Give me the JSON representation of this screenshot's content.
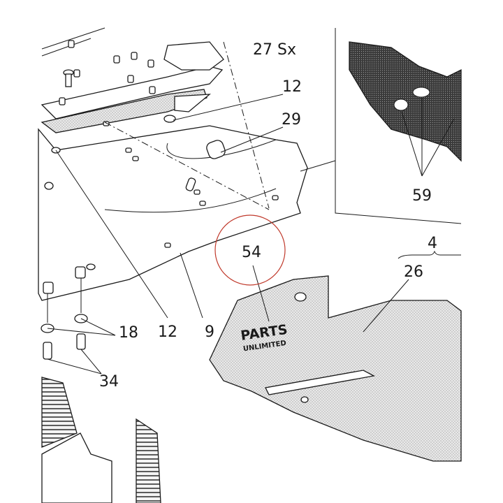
{
  "callouts": {
    "c27sx": "27 Sx",
    "c12a": "12",
    "c29": "29",
    "c59": "59",
    "c54": "54",
    "c4": "4",
    "c26": "26",
    "c18": "18",
    "c12b": "12",
    "c9": "9",
    "c34": "34"
  },
  "decal": {
    "line1": "PARTS",
    "line2": "UNLIMITED"
  },
  "colors": {
    "ink": "#1a1a1a",
    "highlight_circle": "#c0392b",
    "stipple": "#9a9a9a",
    "paper": "#ffffff"
  }
}
